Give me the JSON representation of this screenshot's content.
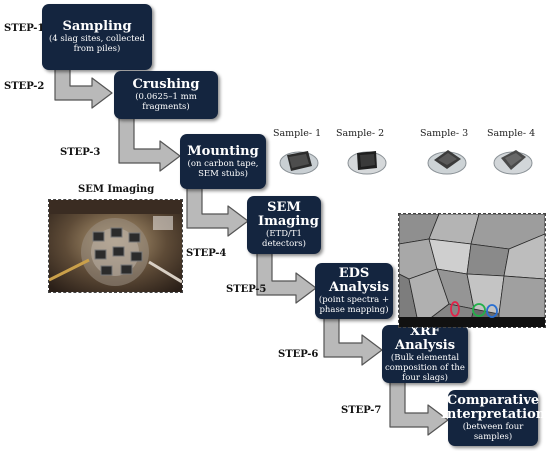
{
  "steps": [
    {
      "label": "STEP-1",
      "title": "Sampling",
      "subtitle": "(4 slag sites, collected from piles)"
    },
    {
      "label": "STEP-2",
      "title": "Crushing",
      "subtitle": "(0.0625–1 mm fragments)"
    },
    {
      "label": "STEP-3",
      "title": "Mounting",
      "subtitle": "(on carbon tape, SEM stubs)"
    },
    {
      "label": "STEP-4",
      "title": "SEM Imaging",
      "subtitle": "(ETD/T1 detectors)"
    },
    {
      "label": "STEP-5",
      "title": "EDS Analysis",
      "subtitle": "(point spectra + phase mapping)"
    },
    {
      "label": "STEP-6",
      "title": "XRF Analysis",
      "subtitle": "(Bulk elemental composition of the four slags)"
    },
    {
      "label": "STEP-7",
      "title": "Comparative Interpretation",
      "subtitle": "(between four samples)"
    }
  ],
  "samples": [
    "Sample- 1",
    "Sample- 2",
    "Sample- 3",
    "Sample- 4"
  ],
  "sem_caption": "SEM Imaging",
  "colors": {
    "box": "#14253f",
    "arrow_fill": "#b9b9b9",
    "arrow_stroke": "#555555",
    "marker_red": "#e0244a",
    "marker_green": "#22b04a",
    "marker_blue": "#2a6fd0"
  }
}
